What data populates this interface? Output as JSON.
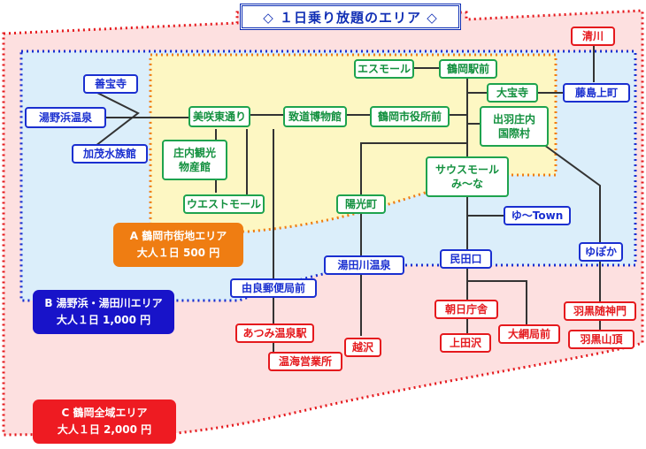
{
  "title": "◇ １日乗り放題のエリア ◇",
  "areas": {
    "a": {
      "name": "A 鶴岡市街地エリア",
      "price": "大人１日 500 円",
      "color": "#fdf7c3"
    },
    "b": {
      "name": "B 湯野浜・湯田川エリア",
      "price": "大人１日 1,000 円",
      "color": "#dbeefa"
    },
    "c": {
      "name": "C 鶴岡全域エリア",
      "price": "大人１日 2,000 円",
      "color": "#fde0e0"
    }
  },
  "stops": {
    "kiyokawa": "清川",
    "fujishima": "藤島上町",
    "zenpoji": "善宝寺",
    "yunohama": "湯野浜温泉",
    "kamo": "加茂水族館",
    "misakihigashi": "美咲東通り",
    "shonai_kanko_1": "庄内観光",
    "shonai_kanko_2": "物産館",
    "west_mall": "ウエストモール",
    "chido": "致道博物館",
    "shiyakusho": "鶴岡市役所前",
    "s_mall": "エスモール",
    "tsuruoka_eki": "鶴岡駅前",
    "taihoji": "大宝寺",
    "dewa_1": "出羽庄内",
    "dewa_2": "国際村",
    "south_mall_1": "サウスモール",
    "south_mall_2": "み～な",
    "yokomachi": "陽光町",
    "yutown": "ゆ～Town",
    "yutagawa": "湯田川温泉",
    "mindenguchi": "民田口",
    "yupoka": "ゆぽか",
    "yura": "由良郵便局前",
    "atsumi": "あつみ温泉駅",
    "onkai": "温海営業所",
    "koshizawa": "越沢",
    "asahi": "朝日庁舎",
    "kamitagawa": "上田沢",
    "oami": "大網局前",
    "haguro_zuishin": "羽黒随神門",
    "haguro_sancho": "羽黒山頂"
  }
}
